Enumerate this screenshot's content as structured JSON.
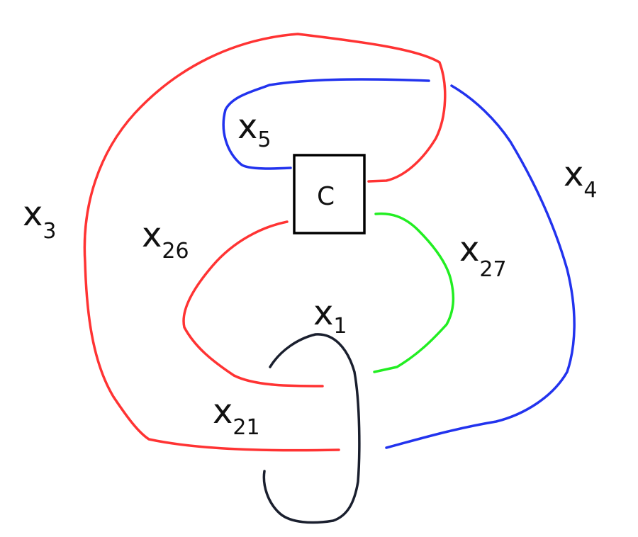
{
  "colors": {
    "red": "#ff3333",
    "blue": "#2233ee",
    "green": "#22ee22",
    "black": "#1a1f2e"
  },
  "box": {
    "label": "C"
  },
  "labels": {
    "x5": {
      "main": "x",
      "sub": "5"
    },
    "x4": {
      "main": "x",
      "sub": "4"
    },
    "x3": {
      "main": "x",
      "sub": "3"
    },
    "x26": {
      "main": "x",
      "sub": "26"
    },
    "x27": {
      "main": "x",
      "sub": "27"
    },
    "x1": {
      "main": "x",
      "sub": "1"
    },
    "x21": {
      "main": "x",
      "sub": "21"
    }
  }
}
